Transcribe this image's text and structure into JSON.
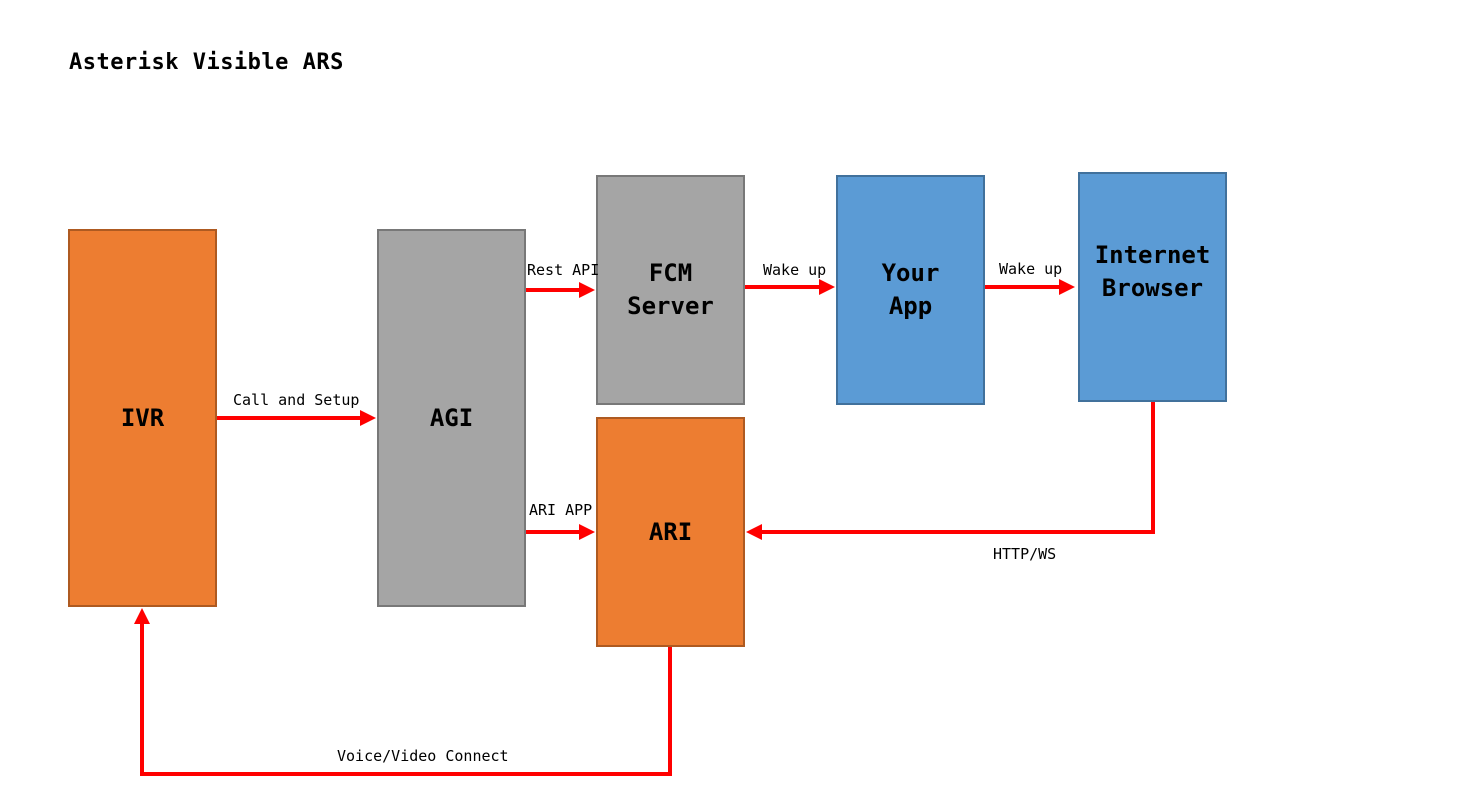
{
  "title": "Asterisk Visible ARS",
  "colors": {
    "orange": "#ED7D31",
    "gray": "#A5A5A5",
    "blue": "#5B9BD5",
    "arrow": "#FF0000"
  },
  "nodes": {
    "ivr": "IVR",
    "agi": "AGI",
    "fcm": "FCM\nServer",
    "ari": "ARI",
    "app": "Your\nApp",
    "browser": "Internet\nBrowser"
  },
  "edges": {
    "ivr_agi": "Call and Setup",
    "agi_fcm": "Rest API",
    "agi_ari": "ARI APP",
    "fcm_app": "Wake up",
    "app_browser": "Wake up",
    "browser_ari": "HTTP/WS",
    "ari_ivr": "Voice/Video Connect"
  }
}
